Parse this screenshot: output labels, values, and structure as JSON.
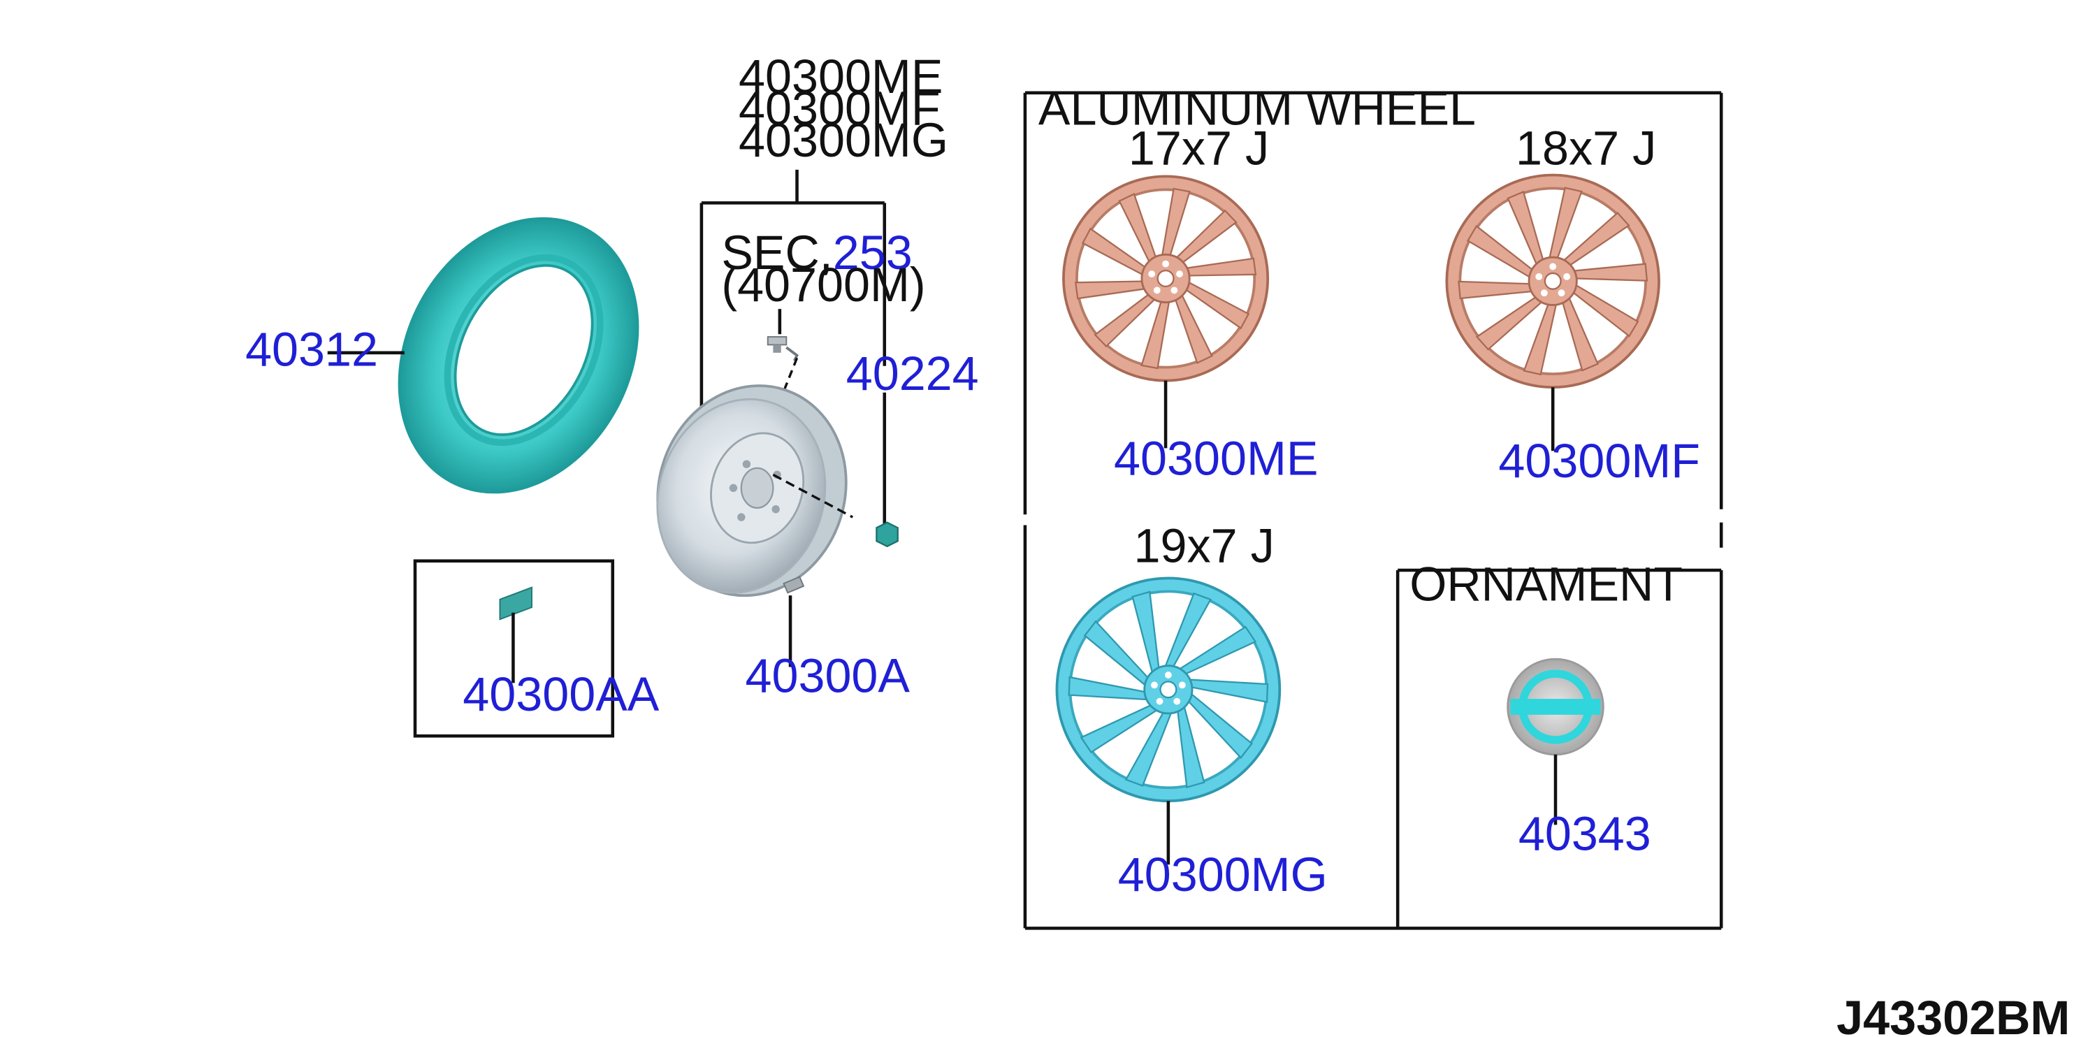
{
  "colors": {
    "part_number": "#1f1fd6",
    "text": "#111111",
    "tire": "#3cc9c6",
    "alloy_17": "#e3a893",
    "alloy_19": "#5fd0e6",
    "steel_wheel": "#d5dde3",
    "ornament_logo": "#2fd6dc"
  },
  "icons": {
    "tire": "tire-icon",
    "steel_wheel": "spare-wheel-icon",
    "alloy_wheel": "alloy-wheel-icon",
    "valve": "tpms-valve-icon",
    "nut": "wheel-nut-icon",
    "weight": "balance-weight-icon",
    "label": "wheel-label-icon",
    "ornament": "center-cap-icon"
  },
  "header_parts": [
    "40300ME",
    "40300MF",
    "40300MG"
  ],
  "sec_ref": {
    "prefix": "SEC,",
    "number": "253",
    "sub": "(40700M)"
  },
  "parts": {
    "tire": "40312",
    "wheel_nut": "40224",
    "balance_weight": "40300A",
    "label": "40300AA"
  },
  "aluminum": {
    "title": "ALUMINUM WHEEL",
    "wheels": [
      {
        "size": "17x7 J",
        "part": "40300ME"
      },
      {
        "size": "18x7 J",
        "part": "40300MF"
      },
      {
        "size": "19x7 J",
        "part": "40300MG"
      }
    ]
  },
  "ornament": {
    "title": "ORNAMENT",
    "part": "40343"
  },
  "diagram_code": "J43302BM"
}
